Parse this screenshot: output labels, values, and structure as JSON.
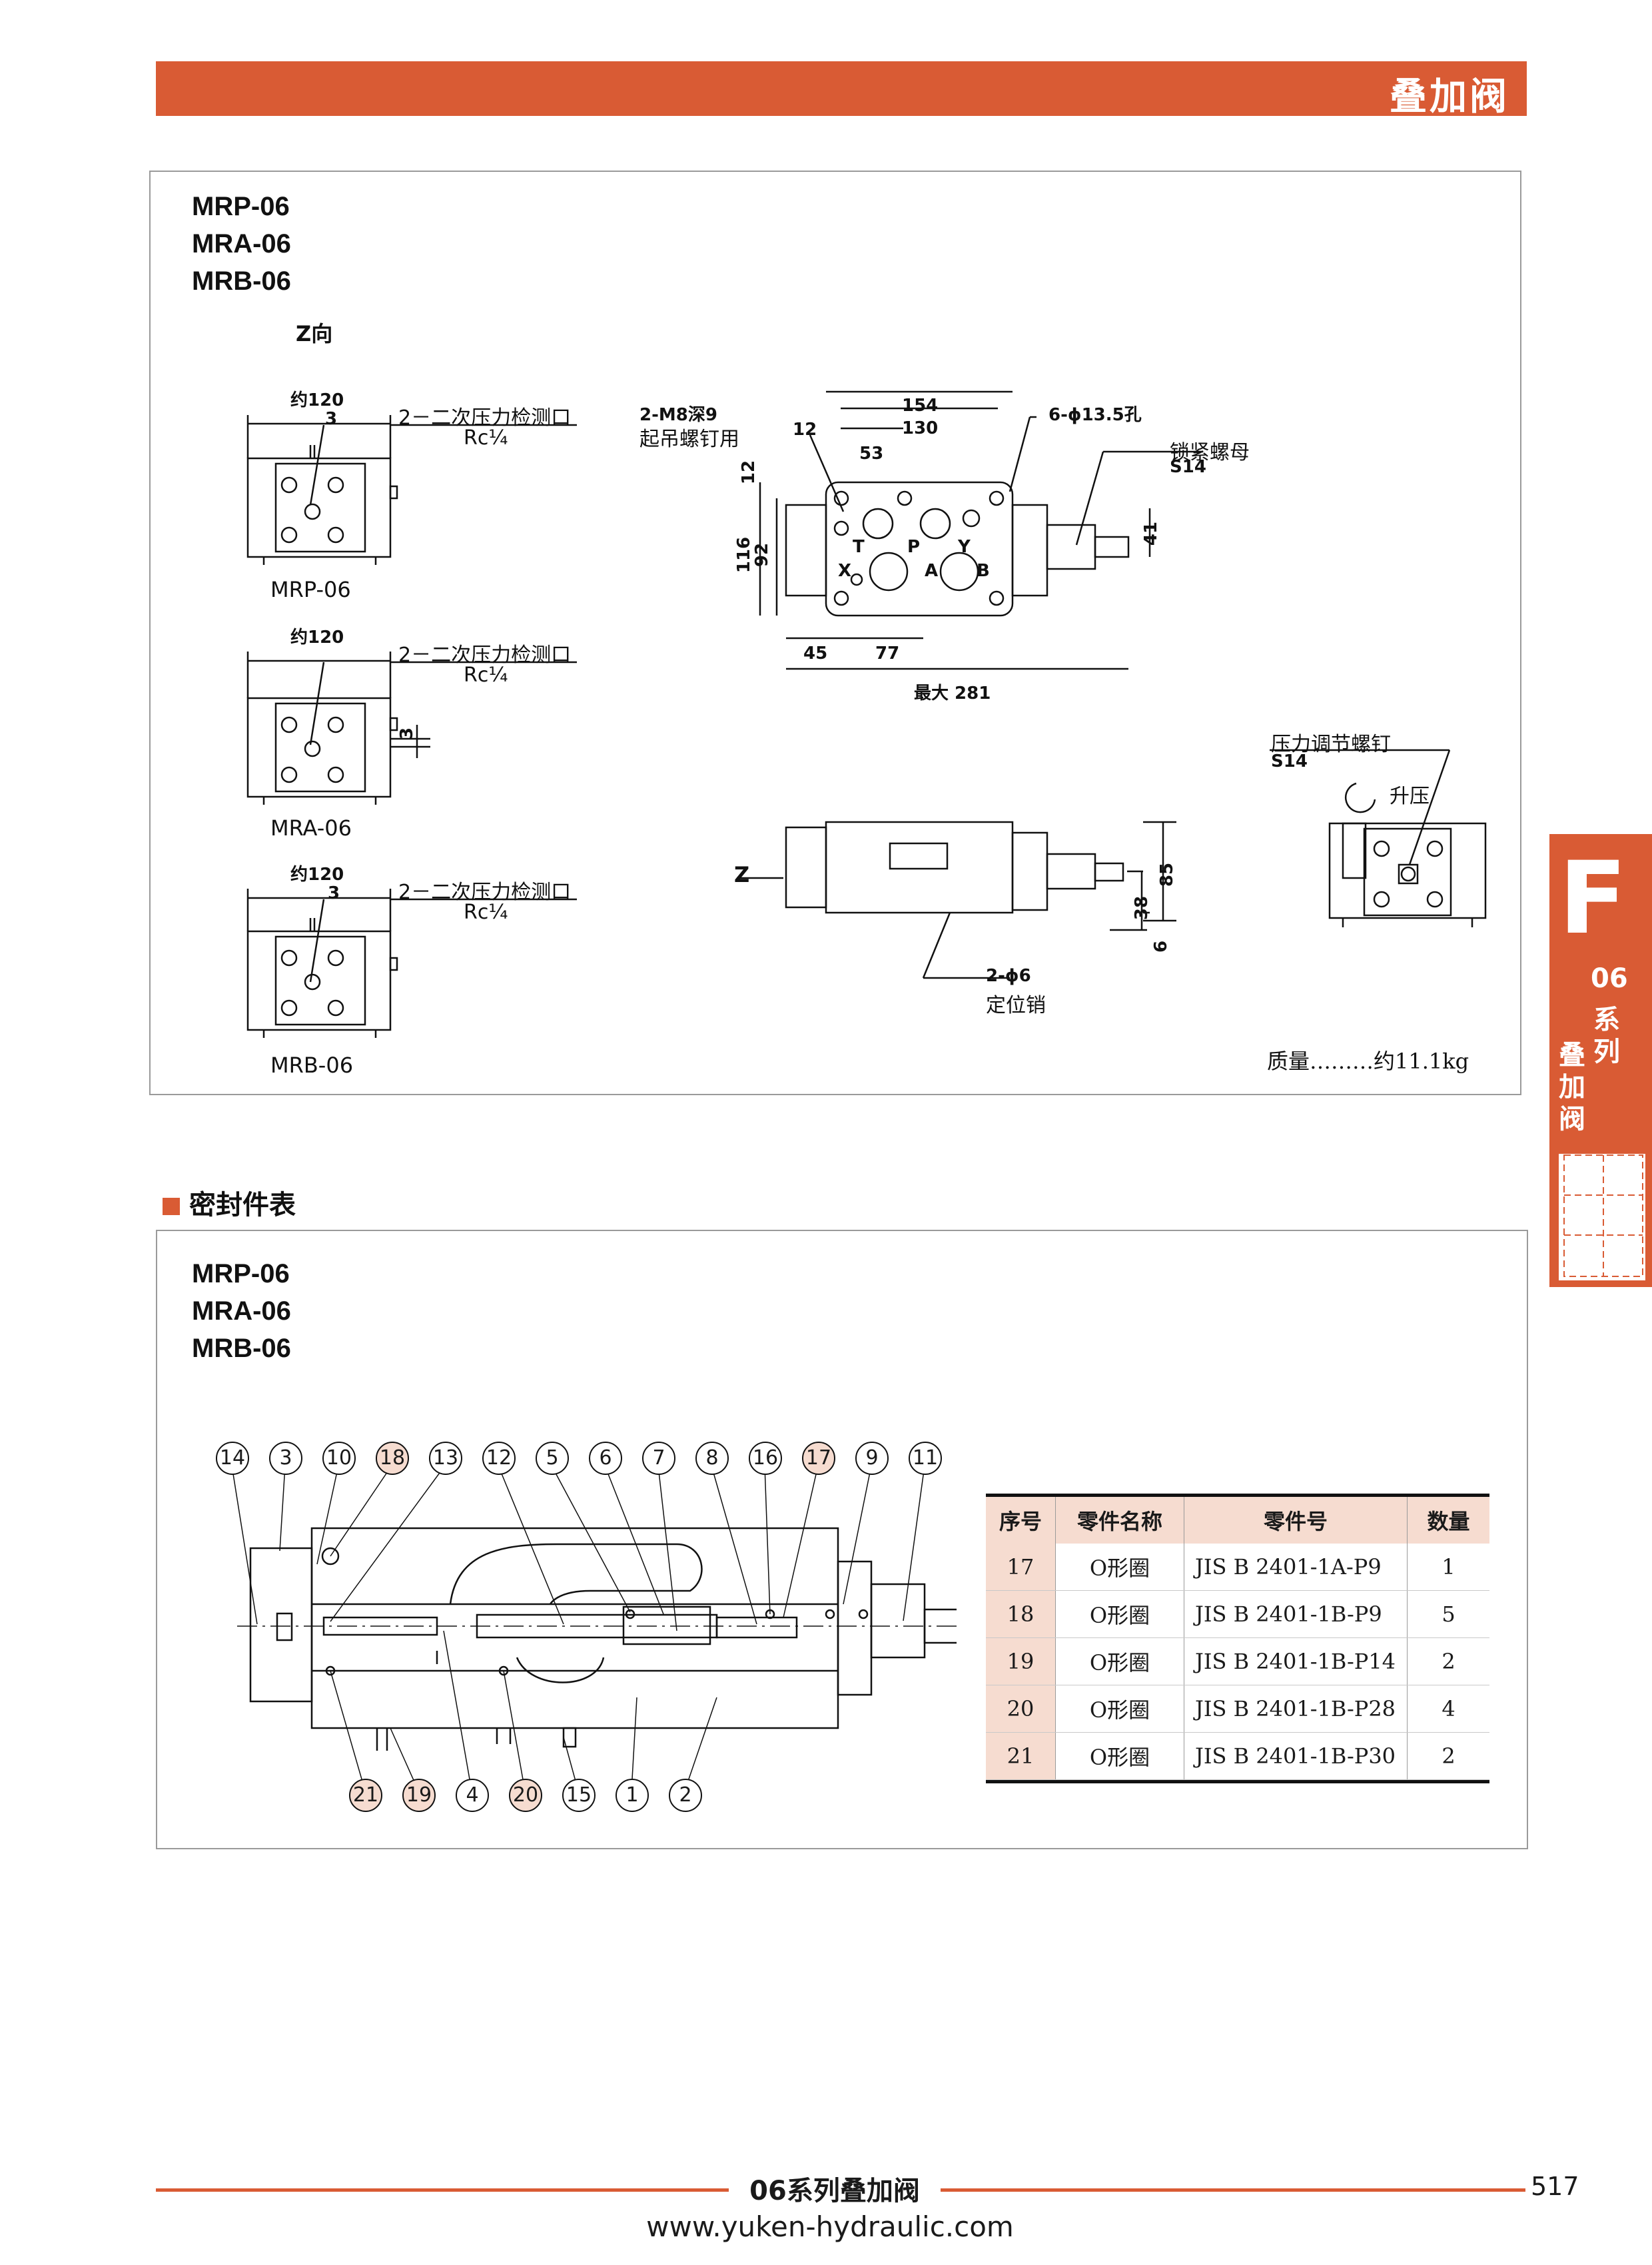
{
  "header": {
    "title": "叠加阀"
  },
  "top_panel": {
    "models": [
      "MRP-06",
      "MRA-06",
      "MRB-06"
    ],
    "z_view": "Z向",
    "views": [
      {
        "name": "MRP-06",
        "approx": "约120",
        "dim": "3",
        "port": "2－二次压力检测口",
        "thread": "Rc¼"
      },
      {
        "name": "MRA-06",
        "approx": "约120",
        "dim": "3",
        "port": "2－二次压力检测口",
        "thread": "Rc¼"
      },
      {
        "name": "MRB-06",
        "approx": "约120",
        "dim": "3",
        "port": "2－二次压力检测口",
        "thread": "Rc¼"
      }
    ],
    "main_view": {
      "lift_bolt": "2-M8深9",
      "lift_bolt_use": "起吊螺钉用",
      "holes": "6-ϕ13.5孔",
      "lock_nut": "锁紧螺母",
      "lock_nut_size": "S14",
      "dims": {
        "d154": "154",
        "d130": "130",
        "d12a": "12",
        "d53": "53",
        "d12b": "12",
        "d116": "116",
        "d92": "92",
        "d41": "41",
        "d45": "45",
        "d77": "77",
        "max": "最大 281"
      },
      "ports": {
        "T": "T",
        "P": "P",
        "Y": "Y",
        "X": "X",
        "A": "A",
        "B": "B"
      }
    },
    "side_view": {
      "z": "Z",
      "d85": "85",
      "d38": "38",
      "d6": "6",
      "pins": "2-ϕ6",
      "pins_name": "定位销"
    },
    "adjust": {
      "label": "压力调节螺钉",
      "size": "S14",
      "raise": "升压"
    },
    "mass": "质量………约11.1kg"
  },
  "seal_section": {
    "title": "密封件表",
    "models": [
      "MRP-06",
      "MRA-06",
      "MRB-06"
    ],
    "callouts_top": [
      {
        "n": "14",
        "hl": false
      },
      {
        "n": "3",
        "hl": false
      },
      {
        "n": "10",
        "hl": false
      },
      {
        "n": "18",
        "hl": true
      },
      {
        "n": "13",
        "hl": false
      },
      {
        "n": "12",
        "hl": false
      },
      {
        "n": "5",
        "hl": false
      },
      {
        "n": "6",
        "hl": false
      },
      {
        "n": "7",
        "hl": false
      },
      {
        "n": "8",
        "hl": false
      },
      {
        "n": "16",
        "hl": false
      },
      {
        "n": "17",
        "hl": true
      },
      {
        "n": "9",
        "hl": false
      },
      {
        "n": "11",
        "hl": false
      }
    ],
    "callouts_bottom": [
      {
        "n": "21",
        "hl": true
      },
      {
        "n": "19",
        "hl": true
      },
      {
        "n": "4",
        "hl": false
      },
      {
        "n": "20",
        "hl": true
      },
      {
        "n": "15",
        "hl": false
      },
      {
        "n": "1",
        "hl": false
      },
      {
        "n": "2",
        "hl": false
      }
    ],
    "table": {
      "headers": [
        "序号",
        "零件名称",
        "零件号",
        "数量"
      ],
      "rows": [
        [
          "17",
          "O形圈",
          "JIS B 2401-1A-P9",
          "1"
        ],
        [
          "18",
          "O形圈",
          "JIS B 2401-1B-P9",
          "5"
        ],
        [
          "19",
          "O形圈",
          "JIS B 2401-1B-P14",
          "2"
        ],
        [
          "20",
          "O形圈",
          "JIS B 2401-1B-P28",
          "4"
        ],
        [
          "21",
          "O形圈",
          "JIS B 2401-1B-P30",
          "2"
        ]
      ]
    }
  },
  "side_tab": {
    "letter": "F",
    "series": "06",
    "line2": "系",
    "line3": "列",
    "line4": "叠加阀"
  },
  "footer": {
    "title": "06系列叠加阀",
    "page": "517",
    "url": "www.yuken-hydraulic.com"
  },
  "colors": {
    "accent": "#d95b34",
    "highlight": "#f6dcd0"
  }
}
